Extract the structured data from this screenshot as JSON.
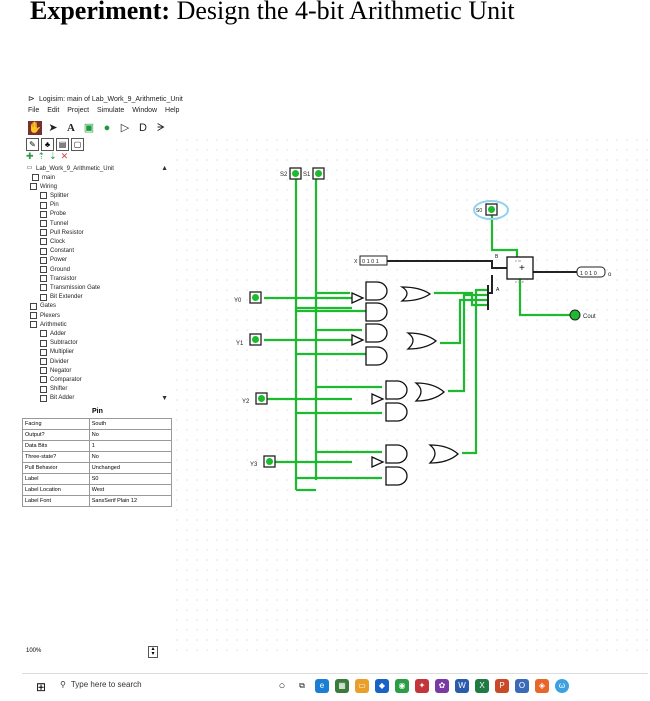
{
  "doc": {
    "heading_bold": "Experiment:",
    "heading_rest": " Design the 4-bit Arithmetic Unit"
  },
  "window": {
    "title": "Logisim: main of Lab_Work_9_Arithmetic_Unit",
    "menu": [
      "File",
      "Edit",
      "Project",
      "Simulate",
      "Window",
      "Help"
    ]
  },
  "explorer": {
    "project": "Lab_Work_9_Arithmetic_Unit",
    "items": [
      {
        "label": "main",
        "icon": "circuit-icon"
      },
      {
        "label": "Wiring",
        "icon": "folder-icon"
      },
      {
        "label": "Splitter",
        "icon": "splitter-icon"
      },
      {
        "label": "Pin",
        "icon": "pin-icon"
      },
      {
        "label": "Probe",
        "icon": "probe-icon"
      },
      {
        "label": "Tunnel",
        "icon": "tunnel-icon"
      },
      {
        "label": "Pull Resistor",
        "icon": "resistor-icon"
      },
      {
        "label": "Clock",
        "icon": "clock-icon"
      },
      {
        "label": "Constant",
        "icon": "constant-icon"
      },
      {
        "label": "Power",
        "icon": "power-icon"
      },
      {
        "label": "Ground",
        "icon": "ground-icon"
      },
      {
        "label": "Transistor",
        "icon": "transistor-icon"
      },
      {
        "label": "Transmission Gate",
        "icon": "transmission-gate-icon"
      },
      {
        "label": "Bit Extender",
        "icon": "bit-extender-icon"
      },
      {
        "label": "Gates",
        "icon": "folder-icon"
      },
      {
        "label": "Plexers",
        "icon": "folder-icon"
      },
      {
        "label": "Arithmetic",
        "icon": "folder-icon"
      },
      {
        "label": "Adder",
        "icon": "adder-icon"
      },
      {
        "label": "Subtractor",
        "icon": "subtractor-icon"
      },
      {
        "label": "Multiplier",
        "icon": "multiplier-icon"
      },
      {
        "label": "Divider",
        "icon": "divider-icon"
      },
      {
        "label": "Negator",
        "icon": "negator-icon"
      },
      {
        "label": "Comparator",
        "icon": "comparator-icon"
      },
      {
        "label": "Shifter",
        "icon": "shifter-icon"
      },
      {
        "label": "Bit Adder",
        "icon": "bit-adder-icon"
      }
    ]
  },
  "properties": {
    "title": "Pin",
    "rows": [
      {
        "key": "Facing",
        "value": "South"
      },
      {
        "key": "Output?",
        "value": "No"
      },
      {
        "key": "Data Bits",
        "value": "1"
      },
      {
        "key": "Three-state?",
        "value": "No"
      },
      {
        "key": "Pull Behavior",
        "value": "Unchanged"
      },
      {
        "key": "Label",
        "value": "S0"
      },
      {
        "key": "Label Location",
        "value": "West"
      },
      {
        "key": "Label Font",
        "value": "SansSerif Plain 12"
      }
    ]
  },
  "circuit": {
    "pins": {
      "s2": "S2",
      "s1": "S1",
      "s0": "S0",
      "y0": "Y0",
      "y1": "Y1",
      "y2": "Y2",
      "y3": "Y3"
    },
    "x_input_value": "0 1 0 1",
    "output_value": "1 0 1 0",
    "cout_label": "Cout",
    "adder_labels": {
      "b": "B",
      "a": "A",
      "cin": "c in",
      "cout": "c out"
    },
    "wire_color": "#1db92f",
    "bus_color": "#222222"
  },
  "status": {
    "zoom": "100%"
  },
  "taskbar": {
    "search_placeholder": "Type here to search"
  }
}
